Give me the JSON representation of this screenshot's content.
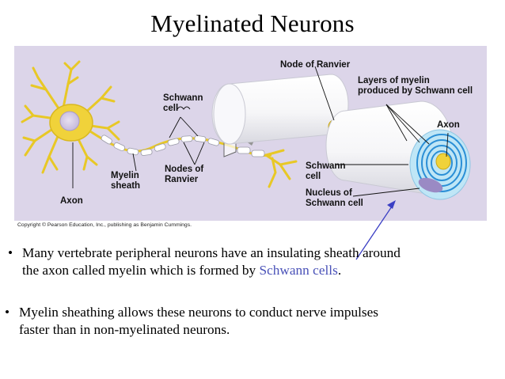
{
  "title": "Myelinated Neurons",
  "figure": {
    "labels": {
      "node_of_ranvier": "Node of Ranvier",
      "layers_of_myelin": [
        "Layers of myelin",
        "produced by Schwann cell"
      ],
      "axon_right": "Axon",
      "schwann_cell_top": [
        "Schwann",
        "cell"
      ],
      "schwann_cell_right": [
        "Schwann",
        "cell"
      ],
      "nucleus_of_schwann": [
        "Nucleus of",
        "Schwann cell"
      ],
      "myelin_sheath": [
        "Myelin",
        "sheath"
      ],
      "nodes_of_ranvier": [
        "Nodes of",
        "Ranvier"
      ],
      "axon_left": "Axon"
    },
    "copyright": "Copyright © Pearson Education, Inc., publishing as Benjamin Cummings."
  },
  "bullets": [
    {
      "lines": [
        "Many vertebrate peripheral neurons have an insulating sheath around",
        "the axon called myelin which is formed by "
      ],
      "highlight": "Schwann cells",
      "end": "."
    },
    {
      "lines": [
        "Myelin sheathing allows these neurons to conduct nerve impulses",
        "faster than in non-myelinated neurons."
      ]
    }
  ],
  "colors": {
    "panel_bg": "#dcd5e9",
    "neuron_yellow": "#f0d23a",
    "myelin_white": "#ffffff",
    "sheath_blue": "#bfe6f6",
    "ring_blue": "#2b8fd6",
    "nucleus_purple": "#9a8ac4",
    "highlight_blue": "#4a52b8",
    "arrow_gray": "#7d7d7d"
  }
}
